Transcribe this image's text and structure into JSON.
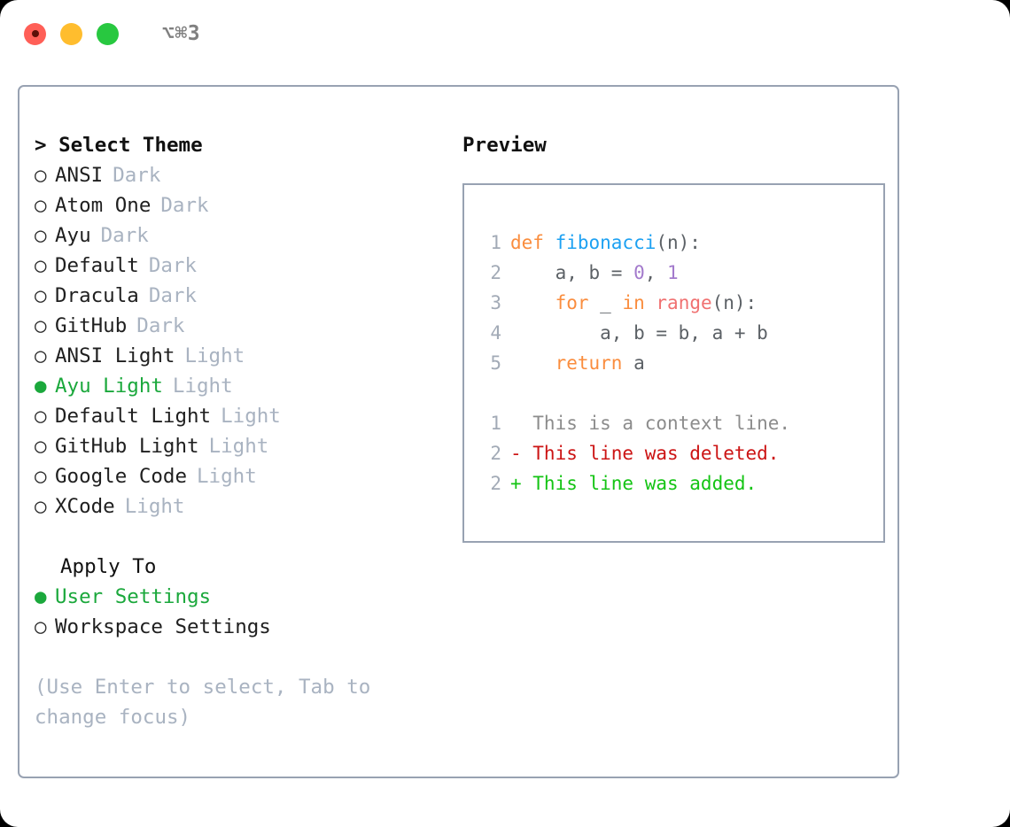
{
  "window": {
    "traffic_lights": [
      "close",
      "minimize",
      "maximize"
    ],
    "shortcut_label": "⌥⌘3",
    "colors": {
      "close": "#ff5f57",
      "minimize": "#ffbd2e",
      "maximize": "#28c840",
      "border": "#98a2b2",
      "accent_green": "#1ba83c",
      "muted": "#a9b3c1"
    }
  },
  "theme_selector": {
    "prompt_marker": ">",
    "title": "Select Theme",
    "options": [
      {
        "marker": "○",
        "label": "ANSI",
        "kind": "Dark",
        "selected": false
      },
      {
        "marker": "○",
        "label": "Atom One",
        "kind": "Dark",
        "selected": false
      },
      {
        "marker": "○",
        "label": "Ayu",
        "kind": "Dark",
        "selected": false
      },
      {
        "marker": "○",
        "label": "Default",
        "kind": "Dark",
        "selected": false
      },
      {
        "marker": "○",
        "label": "Dracula",
        "kind": "Dark",
        "selected": false
      },
      {
        "marker": "○",
        "label": "GitHub",
        "kind": "Dark",
        "selected": false
      },
      {
        "marker": "○",
        "label": "ANSI Light",
        "kind": "Light",
        "selected": false
      },
      {
        "marker": "●",
        "label": "Ayu Light",
        "kind": "Light",
        "selected": true
      },
      {
        "marker": "○",
        "label": "Default Light",
        "kind": "Light",
        "selected": false
      },
      {
        "marker": "○",
        "label": "GitHub Light",
        "kind": "Light",
        "selected": false
      },
      {
        "marker": "○",
        "label": "Google Code",
        "kind": "Light",
        "selected": false
      },
      {
        "marker": "○",
        "label": "XCode",
        "kind": "Light",
        "selected": false
      }
    ]
  },
  "apply_to": {
    "title": "Apply To",
    "options": [
      {
        "marker": "●",
        "label": "User Settings",
        "selected": true
      },
      {
        "marker": "○",
        "label": "Workspace Settings",
        "selected": false
      }
    ]
  },
  "hint": "(Use Enter to select, Tab to change focus)",
  "preview": {
    "title": "Preview",
    "code_lines": [
      {
        "n": "1",
        "tokens": [
          {
            "t": "def ",
            "c": "kw"
          },
          {
            "t": "fibonacci",
            "c": "fn"
          },
          {
            "t": "(n):",
            "c": "pl"
          }
        ]
      },
      {
        "n": "2",
        "tokens": [
          {
            "t": "    a, b = ",
            "c": "pl"
          },
          {
            "t": "0",
            "c": "num"
          },
          {
            "t": ", ",
            "c": "pl"
          },
          {
            "t": "1",
            "c": "num"
          }
        ]
      },
      {
        "n": "3",
        "tokens": [
          {
            "t": "    ",
            "c": "pl"
          },
          {
            "t": "for",
            "c": "kw"
          },
          {
            "t": " _ ",
            "c": "pl"
          },
          {
            "t": "in",
            "c": "kw"
          },
          {
            "t": " ",
            "c": "pl"
          },
          {
            "t": "range",
            "c": "bi"
          },
          {
            "t": "(n):",
            "c": "pl"
          }
        ]
      },
      {
        "n": "4",
        "tokens": [
          {
            "t": "        a, b = b, a + b",
            "c": "pl"
          }
        ]
      },
      {
        "n": "5",
        "tokens": [
          {
            "t": "    ",
            "c": "pl"
          },
          {
            "t": "return",
            "c": "kw"
          },
          {
            "t": " a",
            "c": "pl"
          }
        ]
      }
    ],
    "diff_lines": [
      {
        "n": "1",
        "prefix": "  ",
        "text": "This is a context line.",
        "kind": "ctx"
      },
      {
        "n": "2",
        "prefix": "- ",
        "text": "This line was deleted.",
        "kind": "del"
      },
      {
        "n": "2",
        "prefix": "+ ",
        "text": "This line was added.",
        "kind": "add"
      }
    ]
  }
}
